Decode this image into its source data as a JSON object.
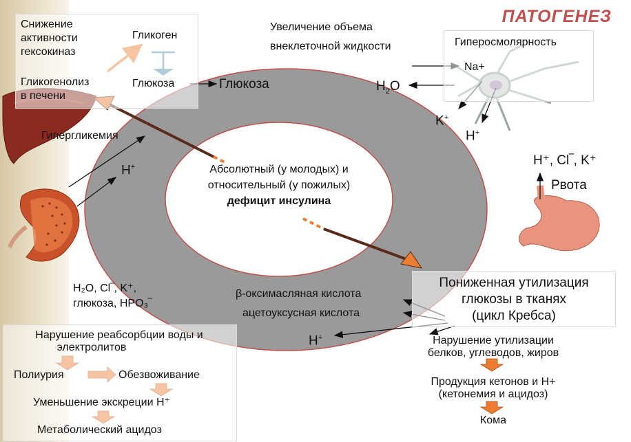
{
  "title": "ПАТОГЕНЕЗ",
  "center": {
    "line1": "Абсолютный (у молодых) и",
    "line2": "относительный (у пожилых)",
    "line3": "дефицит инсулина"
  },
  "top_left": {
    "hexokinase": [
      "Снижение",
      "активности",
      "гексокиназ"
    ],
    "glycogen": "Гликоген",
    "glucose_small": "Глюкоза",
    "glycogenolysis": [
      "Гликогенолиз",
      "в печени"
    ]
  },
  "glucose_ring": "Глюкоза",
  "ecf": [
    "Увеличение объема",
    "внеклеточной жидкости"
  ],
  "hyperosmolarity": "Гиперосмолярность",
  "na": "Na+",
  "h2o_top": "H",
  "h2o_top_sub": "2",
  "h2o_top_o": "O",
  "k_top": "K",
  "k_top_sup": "+",
  "h_top": "H",
  "h_top_sup": "+",
  "hyperglycemia": "Гипергликемия",
  "h_left": "H",
  "h_left_sup": "+",
  "vomit_ions": "H⁺, Cl‾, K⁺",
  "vomit": "Рвота",
  "left_ions": [
    "H₂O, Cl‾, K⁺,",
    "глюкоза, HPO₃‾"
  ],
  "ketones": [
    "β-оксимасляная кислота",
    "ацетоуксусная кислота"
  ],
  "h_bottom": "H",
  "h_bottom_sup": "+",
  "utilization": [
    "Пониженная утилизация",
    "глюкозы в тканях",
    "(цикл Кребса)"
  ],
  "bottom_left": {
    "reabsorption": [
      "Нарушение реабсорбции воды и",
      "электролитов"
    ],
    "polyuria": "Полиурия",
    "dehydration": "Обезвоживание",
    "excretion": "Уменьшение экскреции H⁺",
    "acidosis": "Метаболический ацидоз"
  },
  "bottom_right": {
    "disorder": [
      "Нарушение утилизации",
      "белков, углеводов, жиров"
    ],
    "production": [
      "Продукция кетонов и H+",
      "(кетонемия и ацидоз)"
    ],
    "coma": "Кома"
  },
  "colors": {
    "ring": "#9a9a9a",
    "ring_border": "#c0504d",
    "accent_arrow": "#ed7d31",
    "title": "#c0504d",
    "teal_arrow": "#4f8fa8"
  }
}
